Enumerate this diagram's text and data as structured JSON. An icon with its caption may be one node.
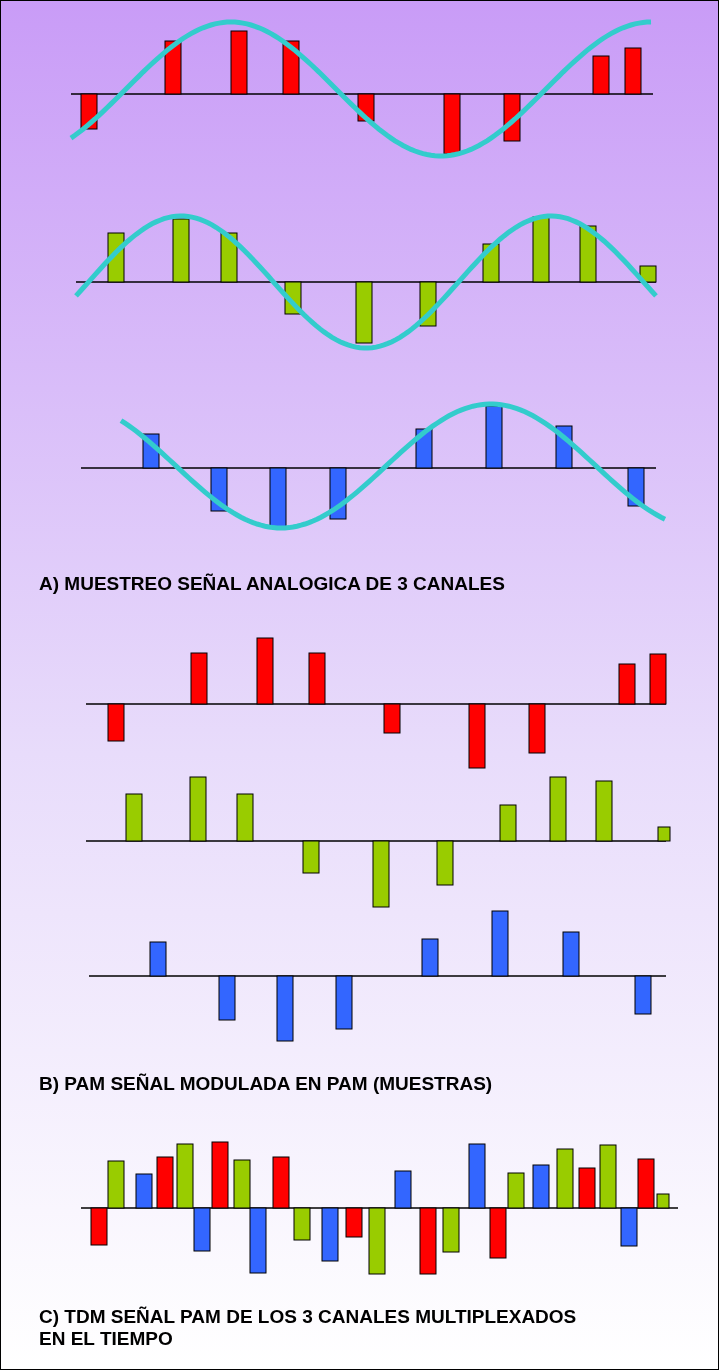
{
  "diagram": {
    "labels": [
      "A) MUESTREO SEÑAL ANALOGICA DE 3 CANALES",
      "B) PAM SEÑAL MODULADA EN PAM (MUESTRAS)",
      "C) TDM SEÑAL PAM DE LOS 3 CANALES MULTIPLEXADOS EN EL TIEMPO"
    ]
  }
}
